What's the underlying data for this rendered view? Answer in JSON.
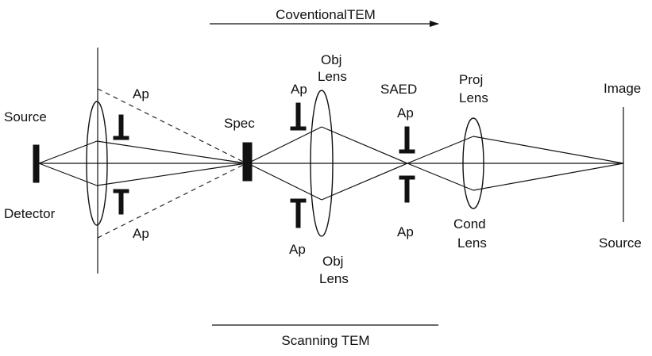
{
  "header": {
    "conventional_tem": "CoventionalTEM",
    "scanning_tem": "Scanning TEM"
  },
  "labels": {
    "source_left": "Source",
    "detector": "Detector",
    "ap_upper_left": "Ap",
    "ap_lower_left": "Ap",
    "spec": "Spec",
    "ap_upper_obj": "Ap",
    "ap_lower_obj": "Ap",
    "obj_lens_top_1": "Obj",
    "obj_lens_top_2": "Lens",
    "obj_lens_bottom_1": "Obj",
    "obj_lens_bottom_2": "Lens",
    "saed": "SAED",
    "saed_ap": "Ap",
    "ap_lower_saed": "Ap",
    "proj_lens_1": "Proj",
    "proj_lens_2": "Lens",
    "cond_lens_1": "Cond",
    "cond_lens_2": "Lens",
    "image": "Image",
    "source_right": "Source"
  },
  "colors": {
    "ink": "#111111",
    "background": "#ffffff"
  }
}
